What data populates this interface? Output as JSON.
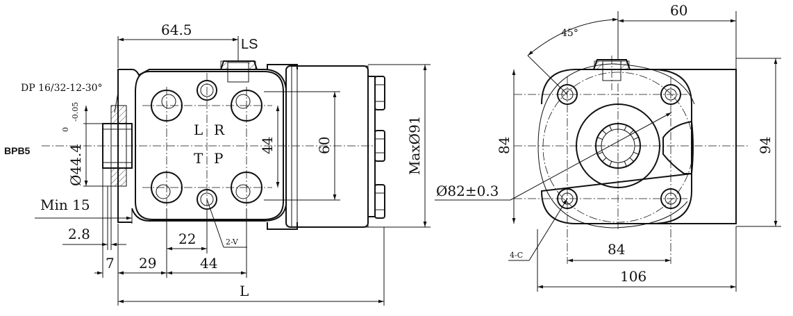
{
  "model_label": "BPB5",
  "left_view": {
    "dim_top_length": "64.5",
    "port_ls": "LS",
    "thread_callout": "DP 16/32-12-30°",
    "port_l": "L",
    "port_r": "R",
    "port_t": "T",
    "port_p": "P",
    "dim_port_spacing_v": "44",
    "dim_body_height": "60",
    "dim_max_diameter": "MaxØ91",
    "dim_pilot_diameter": "Ø44.4",
    "tol_upper": "0",
    "tol_lower": "-0.05",
    "dim_min_spline": "Min 15",
    "dim_step": "2.8",
    "dim_port_offset": "22",
    "callout_tapped": "2-V",
    "dim_flange": "7",
    "dim_first_port": "29",
    "dim_port_spacing_h": "44",
    "dim_overall_length": "L"
  },
  "right_view": {
    "dim_angle": "45°",
    "dim_top_offset": "60",
    "dim_bolt_spacing_v": "84",
    "dim_height": "94",
    "dim_bolt_circle": "Ø82±0.3",
    "dim_bolt_spacing_h": "84",
    "callout_holes": "4-C",
    "dim_width": "106"
  }
}
